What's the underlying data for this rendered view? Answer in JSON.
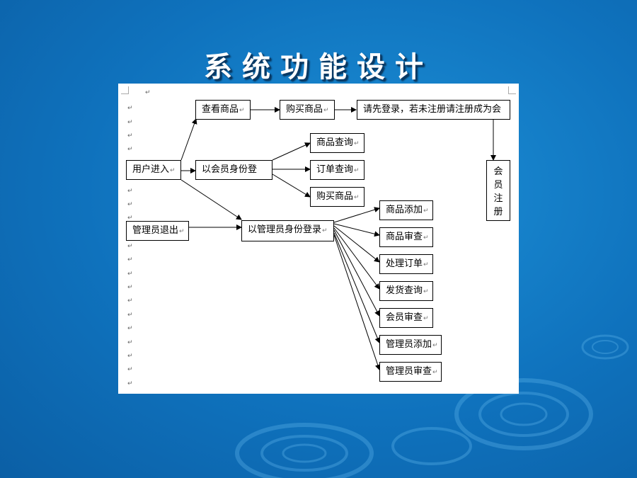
{
  "slide": {
    "title": "系统功能设计"
  },
  "diagram": {
    "start": "用户进入",
    "admin_exit": "管理员退出",
    "view_goods": "查看商品",
    "buy_goods_top": "购买商品",
    "login_prompt": "请先登录，若未注册请注册成为会",
    "register_chars": [
      "会",
      "员",
      "注",
      "册"
    ],
    "member_login": "以会员身份登",
    "member_options": [
      "商品查询",
      "订单查询",
      "购买商品"
    ],
    "admin_login": "以管理员身份登录",
    "admin_options": [
      "商品添加",
      "商品审查",
      "处理订单",
      "发货查询",
      "会员审查",
      "管理员添加",
      "管理员审查"
    ],
    "paragraph_mark": "↵"
  },
  "colors": {
    "background": "#0f72bd",
    "title": "#ffffff",
    "document": "#ffffff",
    "line": "#000000"
  }
}
